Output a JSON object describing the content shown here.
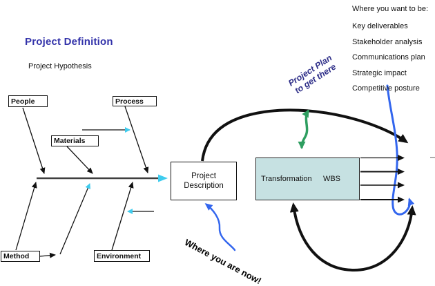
{
  "title": "Project Definition",
  "subtitle": "Project Hypothesis",
  "fishbone": {
    "causes": {
      "people": "People",
      "process": "Process",
      "materials": "Materials",
      "method": "Method",
      "environment": "Environment"
    }
  },
  "boxes": {
    "project_description": {
      "line1": "Project",
      "line2": "Description"
    },
    "transformation": {
      "label": "Transformation",
      "wbs": "WBS"
    }
  },
  "annotations": {
    "project_plan": {
      "line1": "Project Plan",
      "line2": "to get there"
    },
    "where_now": "Where you are now!"
  },
  "want_list": {
    "heading": "Where you want to be:",
    "items": [
      "Key deliverables",
      "Stakeholder analysis",
      "Communications plan",
      "Strategic impact",
      "Competitive posture"
    ]
  },
  "colors": {
    "title_blue": "#3333AA",
    "plan_label_navy": "#2E2E88",
    "transformation_fill": "#C6E1E2",
    "cyan_arrow": "#3FCCEE",
    "green_arrow": "#2E9E60",
    "blue_arrow": "#3366EE",
    "line_black": "#111111"
  }
}
